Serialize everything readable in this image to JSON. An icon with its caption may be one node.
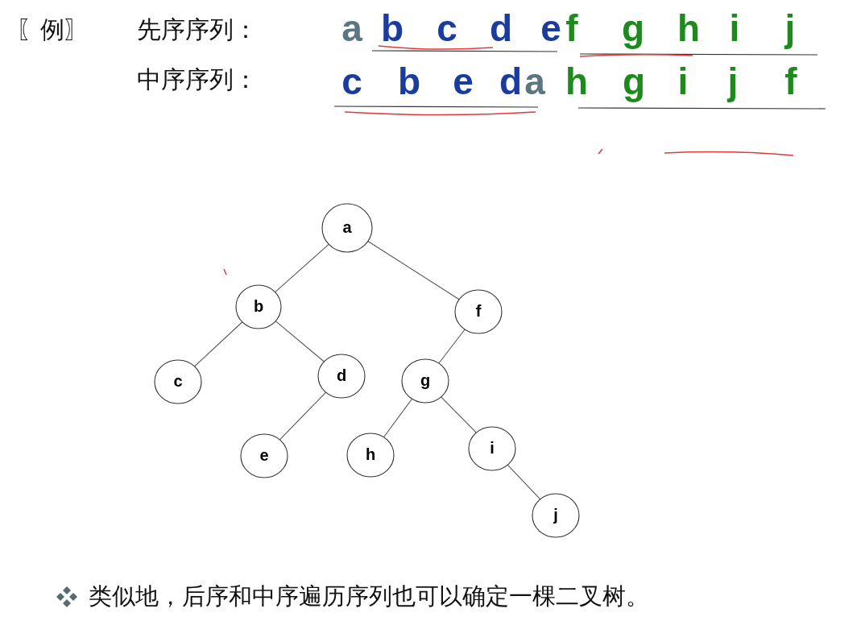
{
  "diagram": {
    "nodes": [
      {
        "text": [
          "a"
        ]
      },
      {
        "text": [
          "b"
        ]
      },
      {
        "text": [
          "f"
        ]
      },
      {
        "text": [
          "c"
        ]
      },
      {
        "text": [
          "d"
        ]
      },
      {
        "text": [
          "g"
        ]
      },
      {
        "text": [
          "e"
        ]
      },
      {
        "text": [
          "h"
        ]
      },
      {
        "text": [
          "i"
        ]
      },
      {
        "text": [
          "j"
        ]
      }
    ],
    "edges": [
      {
        "from": 0,
        "to": 1,
        "arrow": "none"
      },
      {
        "from": 0,
        "to": 2,
        "arrow": "none"
      },
      {
        "from": 1,
        "to": 3,
        "arrow": "none"
      },
      {
        "from": 1,
        "to": 4,
        "arrow": "none"
      },
      {
        "from": 4,
        "to": 6,
        "arrow": "none"
      },
      {
        "from": 2,
        "to": 5,
        "arrow": "none"
      },
      {
        "from": 5,
        "to": 7,
        "arrow": "none"
      },
      {
        "from": 5,
        "to": 8,
        "arrow": "none"
      },
      {
        "from": 8,
        "to": 9,
        "arrow": "none"
      }
    ],
    "labels": [
      "〖例〗",
      "先序序列：",
      "a",
      "b",
      "c",
      "d",
      "e",
      "f",
      "g",
      "h",
      "i",
      "j",
      "中序序列：",
      "c",
      "b",
      "e",
      "d",
      "a",
      "h",
      "g",
      "i",
      "j",
      "f",
      "类似地，后序和中序遍历序列也可以确定一棵二叉树。"
    ]
  }
}
